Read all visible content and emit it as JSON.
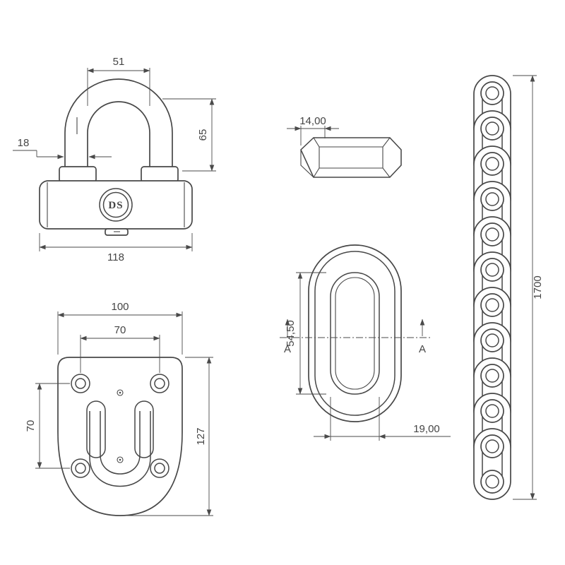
{
  "padlock": {
    "logo": "DS",
    "dims": {
      "inner_width": "51",
      "shackle_height": "65",
      "shackle_diameter": "18",
      "body_width": "118"
    }
  },
  "cross_section": {
    "dims": {
      "wire_width": "14,00"
    }
  },
  "oval_link": {
    "dims": {
      "inner_height": "54,50",
      "inner_width": "19,00"
    },
    "section": {
      "left": "A",
      "right": "A"
    }
  },
  "chain": {
    "dims": {
      "length": "1700"
    }
  },
  "anchor_plate": {
    "dims": {
      "plate_width": "100",
      "hole_spacing_horizontal": "70",
      "hole_spacing_vertical": "70",
      "plate_height": "127"
    }
  }
}
